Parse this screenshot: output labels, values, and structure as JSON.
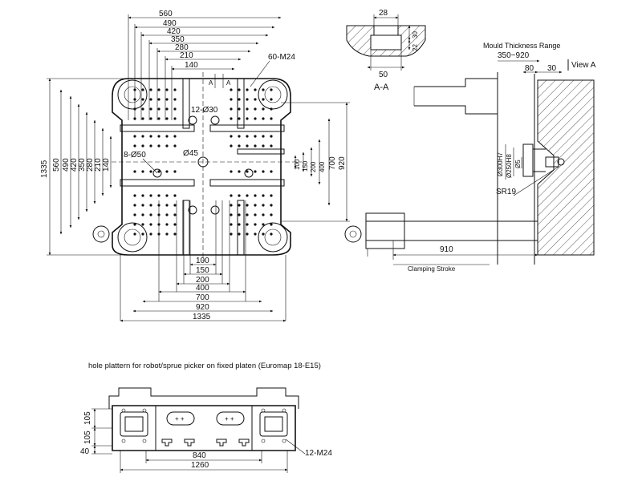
{
  "front_view": {
    "dims_top": [
      "560",
      "490",
      "420",
      "350",
      "280",
      "210",
      "140"
    ],
    "dims_left": [
      "560",
      "490",
      "420",
      "350",
      "280",
      "210",
      "140"
    ],
    "dim_total_left": "1335",
    "dims_right": [
      "100",
      "150",
      "200",
      "400",
      "700",
      "920"
    ],
    "dims_bottom": [
      "100",
      "150",
      "200",
      "400",
      "700",
      "920",
      "1335"
    ],
    "label_thread": "60-M24",
    "label_holes_30": "12-Ø30",
    "label_holes_50": "8-Ø50",
    "label_center": "Ø45",
    "section_mark": "A"
  },
  "section_aa": {
    "title": "A-A",
    "dim_top": "28",
    "dim_bottom": "50",
    "dim_right_1": "30",
    "dim_right_2": "22"
  },
  "side_view": {
    "range_title": "Mould Thickness Range",
    "range_value": "350~920",
    "dim_80": "80",
    "dim_30": "30",
    "view_label": "View A",
    "dia_300": "Ø300H7",
    "dia_250": "Ø250H8",
    "dia_5": "Ø5",
    "sr": "SR19",
    "stroke_value": "910",
    "stroke_label": "Clamping Stroke"
  },
  "robot_plate": {
    "caption": "hole plattern for robot/sprue picker on fixed platen (Euromap 18-E15)",
    "dim_105a": "105",
    "dim_105b": "105",
    "dim_40": "40",
    "dim_840": "840",
    "dim_1260": "1260",
    "label_thread": "12-M24"
  }
}
